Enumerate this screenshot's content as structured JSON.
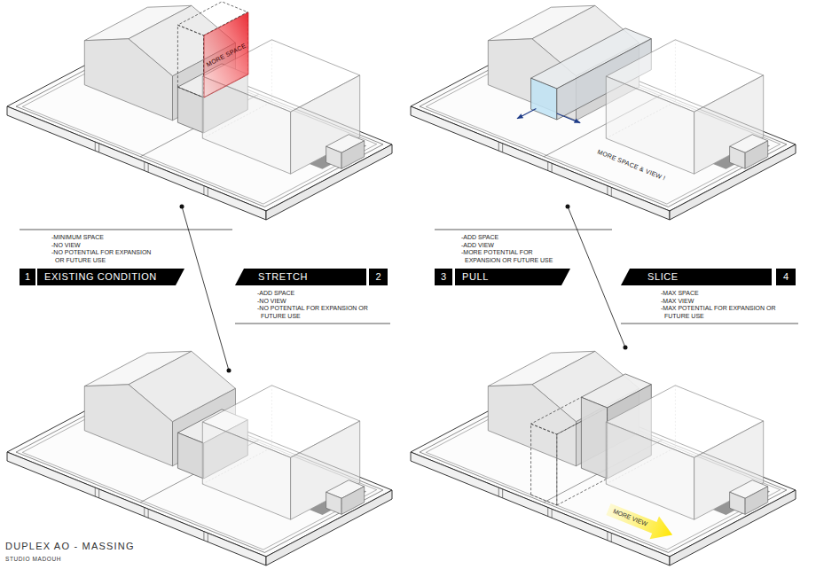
{
  "diagram": {
    "title": "DUPLEX AO - MASSING",
    "caption": "STUDIO MADOUH",
    "nodes": [
      {
        "text": [
          "MORE SPACE"
        ]
      },
      {
        "text": [
          "1"
        ]
      },
      {
        "text": [
          "EXISTING CONDITION"
        ]
      },
      {
        "text": [
          "STRETCH"
        ]
      },
      {
        "text": [
          "2"
        ]
      },
      {
        "text": [
          "3"
        ]
      },
      {
        "text": [
          "PULL"
        ]
      },
      {
        "text": [
          "SLICE"
        ]
      },
      {
        "text": [
          "4"
        ]
      },
      {
        "text": [
          "MORE VIEW"
        ]
      }
    ],
    "labels": [
      "-MINIMUM SPACE",
      "-NO VIEW",
      "-NO POTENTIAL FOR EXPANSION OR FUTURE USE",
      "-ADD SPACE",
      "-NO VIEW",
      "-NO POTENTIAL FOR EXPANSION OR FUTURE USE",
      "-ADD SPACE",
      "-ADD VIEW",
      "-MORE POTENTIAL FOR EXPANSION OR FUTURE USE",
      "-MAX SPACE",
      "-MAX VIEW",
      "-MAX POTENTIAL FOR EXPANSION OR FUTURE USE",
      "MORE SPACE & VIEW !"
    ]
  }
}
